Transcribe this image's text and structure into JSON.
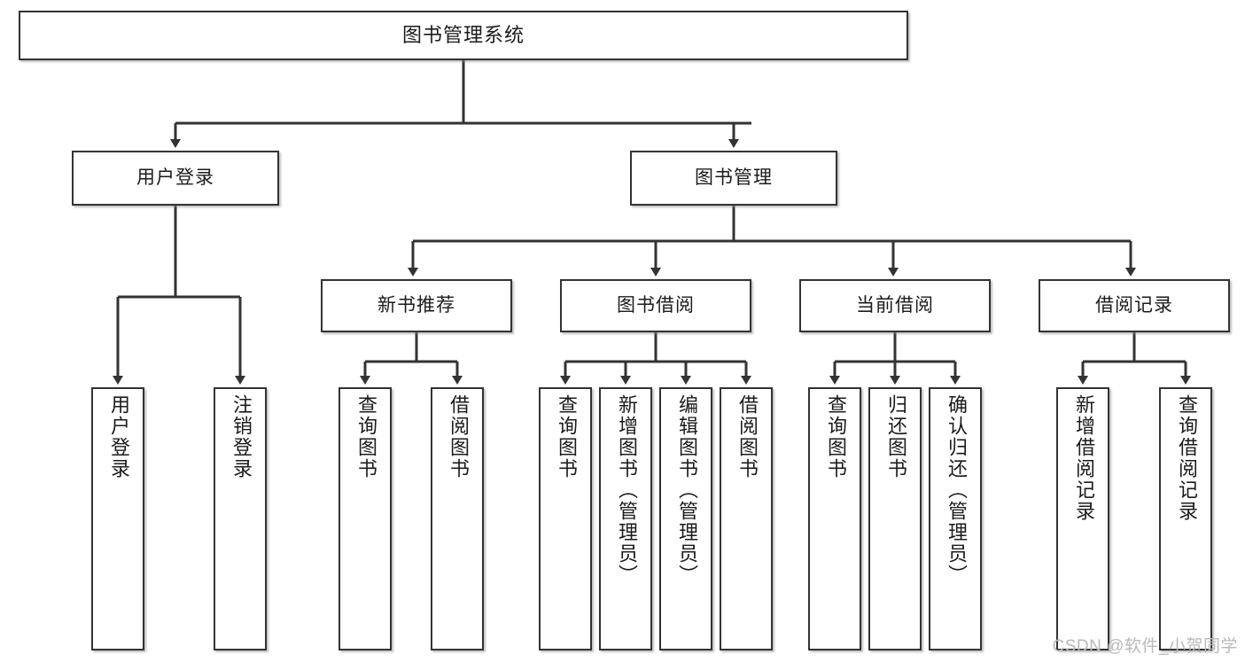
{
  "diagram": {
    "title": "图书管理系统",
    "watermark": "CSDN @软件_小贺同学",
    "stroke_color": "#333333",
    "fill_color": "#ffffff",
    "text_color": "#1b1b1b",
    "watermark_color": "#b9b9b9"
  },
  "nodes": {
    "root": {
      "label": "图书管理系统"
    },
    "level2": [
      {
        "label": "用户登录"
      },
      {
        "label": "图书管理"
      }
    ],
    "level3": [
      {
        "label": "新书推荐"
      },
      {
        "label": "图书借阅"
      },
      {
        "label": "当前借阅"
      },
      {
        "label": "借阅记录"
      }
    ],
    "leaves": [
      {
        "label": "用户登录"
      },
      {
        "label": "注销登录"
      },
      {
        "label": "查询图书"
      },
      {
        "label": "借阅图书"
      },
      {
        "label": "查询图书"
      },
      {
        "label": "新增图书（管理员）"
      },
      {
        "label": "编辑图书（管理员）"
      },
      {
        "label": "借阅图书"
      },
      {
        "label": "查询图书"
      },
      {
        "label": "归还图书"
      },
      {
        "label": "确认归还（管理员）"
      },
      {
        "label": "新增借阅记录"
      },
      {
        "label": "查询借阅记录"
      }
    ]
  },
  "chart_data": {
    "type": "tree-diagram",
    "title": "图书管理系统",
    "root": "图书管理系统",
    "edges": [
      {
        "from": "图书管理系统",
        "to": "用户登录"
      },
      {
        "from": "图书管理系统",
        "to": "图书管理"
      },
      {
        "from": "用户登录",
        "to": "用户登录(子)"
      },
      {
        "from": "用户登录",
        "to": "注销登录"
      },
      {
        "from": "图书管理",
        "to": "新书推荐"
      },
      {
        "from": "图书管理",
        "to": "图书借阅"
      },
      {
        "from": "图书管理",
        "to": "当前借阅"
      },
      {
        "from": "图书管理",
        "to": "借阅记录"
      },
      {
        "from": "新书推荐",
        "to": "查询图书"
      },
      {
        "from": "新书推荐",
        "to": "借阅图书"
      },
      {
        "from": "图书借阅",
        "to": "查询图书"
      },
      {
        "from": "图书借阅",
        "to": "新增图书（管理员）"
      },
      {
        "from": "图书借阅",
        "to": "编辑图书（管理员）"
      },
      {
        "from": "图书借阅",
        "to": "借阅图书"
      },
      {
        "from": "当前借阅",
        "to": "查询图书"
      },
      {
        "from": "当前借阅",
        "to": "归还图书"
      },
      {
        "from": "当前借阅",
        "to": "确认归还（管理员）"
      },
      {
        "from": "借阅记录",
        "to": "新增借阅记录"
      },
      {
        "from": "借阅记录",
        "to": "查询借阅记录"
      }
    ]
  }
}
